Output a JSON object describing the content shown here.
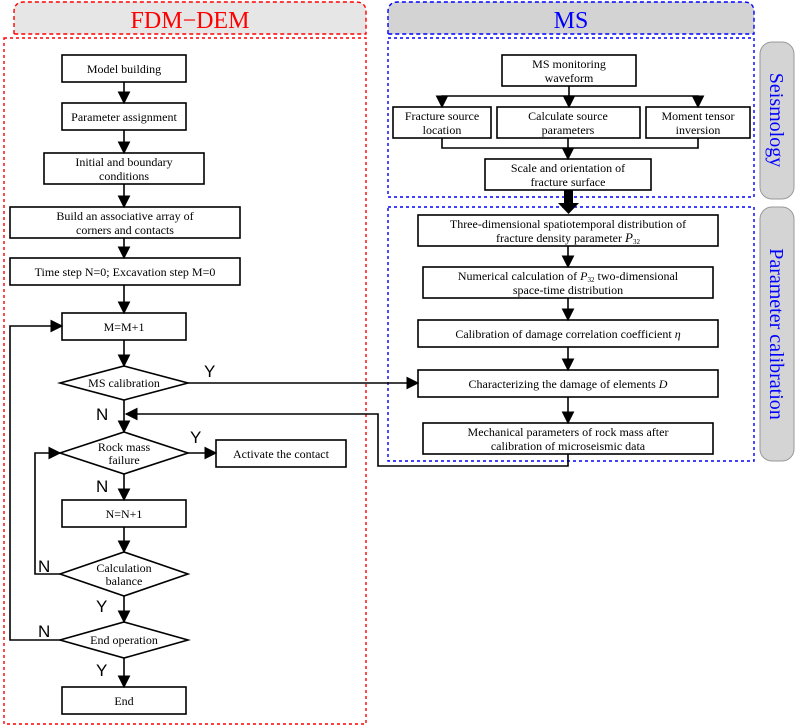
{
  "titles": {
    "left": "FDM−DEM",
    "right": "MS",
    "seismology": "Seismology",
    "calibration": "Parameter calibration"
  },
  "nodes": {
    "model_building": "Model building",
    "parameter_assignment": "Parameter assignment",
    "initial_conditions": [
      "Initial and boundary",
      "conditions"
    ],
    "associative_array": [
      "Build an associative array of",
      "corners and contacts"
    ],
    "time_step": "Time step N=0; Excavation step M=0",
    "m_increment": "M=M+1",
    "ms_calibration": "MS calibration",
    "rock_mass_failure": [
      "Rock mass",
      "failure"
    ],
    "activate_contact": "Activate the contact",
    "n_increment": "N=N+1",
    "calculation_balance": [
      "Calculation",
      "balance"
    ],
    "end_operation": "End operation",
    "end": "End",
    "ms_waveform": [
      "MS monitoring",
      "waveform"
    ],
    "fracture_source": [
      "Fracture source",
      "location"
    ],
    "source_parameters": [
      "Calculate source",
      "parameters"
    ],
    "moment_tensor": [
      "Moment tensor",
      "inversion"
    ],
    "scale_orientation": [
      "Scale and orientation of",
      "fracture surface"
    ],
    "spatiotemporal": [
      "Three-dimensional spatiotemporal distribution of",
      "fracture density parameter ",
      "P",
      "32"
    ],
    "numerical_calc": [
      "Numerical calculation of ",
      "P",
      "32",
      " two-dimensional",
      "space-time distribution"
    ],
    "damage_coeff": [
      "Calibration of damage correlation coefficient ",
      "η"
    ],
    "damage_elements": [
      "Characterizing the damage of elements ",
      "D"
    ],
    "mechanical_params": [
      "Mechanical parameters of rock mass after",
      "calibration of microseismic data"
    ]
  },
  "labels": {
    "ms_yes": "Y",
    "ms_no": "N",
    "failure_yes": "Y",
    "failure_no": "N",
    "balance_no": "N",
    "balance_yes": "Y",
    "end_no": "N",
    "end_yes": "Y"
  }
}
